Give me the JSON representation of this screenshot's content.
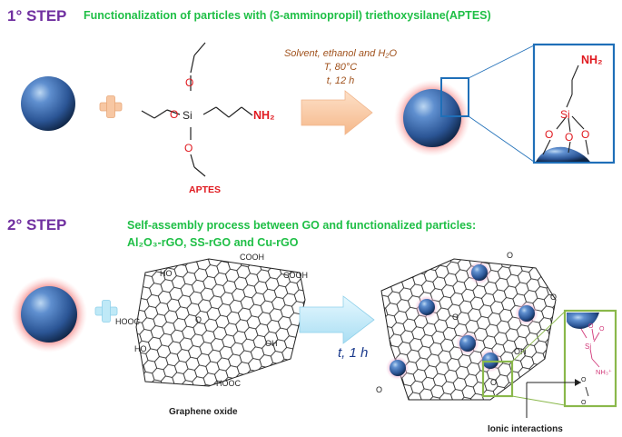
{
  "step1": {
    "label": "1° STEP",
    "title": "Functionalization of particles with (3-amminopropil) triethoxysilane(APTES)",
    "conditions": {
      "line1": "Solvent, ethanol and H₂O",
      "line2": "T, 80°C",
      "line3": "t, 12 h"
    },
    "molecule": {
      "name": "APTES",
      "si": "Si",
      "o": "O",
      "amine": "NH₂"
    },
    "zoom": {
      "amine": "NH₂",
      "si": "Si",
      "o": "O"
    }
  },
  "step2": {
    "label": "2° STEP",
    "title_line1": "Self-assembly process between GO and functionalized particles:",
    "title_line2": "Al₂O₃-rGO, SS-rGO and Cu-rGO",
    "time": "t, 1 h",
    "go_caption": "Graphene oxide",
    "ionic_caption": "Ionic interactions",
    "go_groups": {
      "ho": "HO",
      "oh": "OH",
      "o": "O",
      "hooc": "HOOC",
      "cooh": "COOH"
    },
    "zoom_amine": "NH₃⁺",
    "zoom_si": "Si",
    "zoom_o": "O"
  },
  "colors": {
    "step_label": "#7030a0",
    "step_title": "#1fbf46",
    "conditions": "#a0521d",
    "amine_red": "#e0191f",
    "arrow_orange": "#f7c7a3",
    "arrow_blue": "#bfe9f7",
    "zoom_blue": "#1f6fb8",
    "zoom_green": "#8ab84b",
    "particle": "#2e5f9e",
    "time_blue": "#1b3a8c"
  }
}
